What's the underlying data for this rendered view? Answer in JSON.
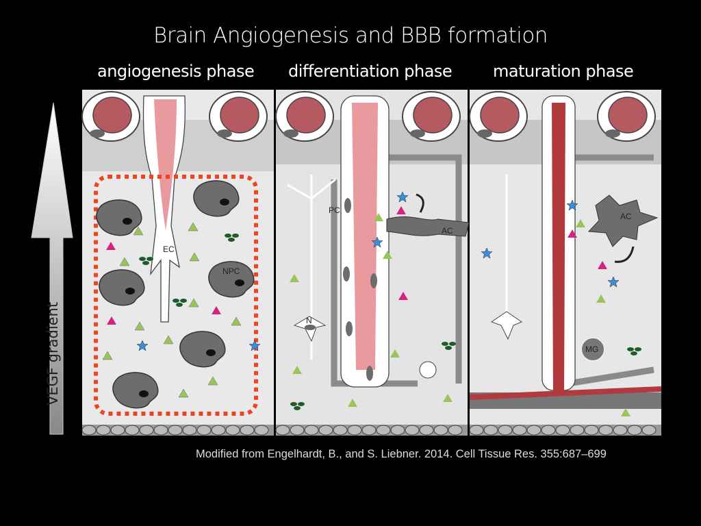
{
  "slide": {
    "title": "Brain Angiogenesis and BBB formation",
    "phases": [
      "angiogenesis phase",
      "differentiation phase",
      "maturation phase"
    ],
    "citation": "Modified from Engelhardt, B., and S. Liebner. 2014. Cell Tissue Res. 355:687–699"
  },
  "diagram": {
    "gradient_label": "VEGF gradient",
    "labels": {
      "ec": "EC",
      "npc": "NPC",
      "pc": "PC",
      "ac1": "AC",
      "n": "N",
      "ac2": "AC",
      "mg": "MG"
    },
    "colors": {
      "vessel": "#e89a9e",
      "vessel_mature": "#b23a3f",
      "dashed_box": "#ee4422",
      "vegf_triangle": "#99c45a",
      "magenta_triangle": "#d6237f",
      "star": "#3b8fd9",
      "cell_gray": "#6d6d6d"
    }
  }
}
